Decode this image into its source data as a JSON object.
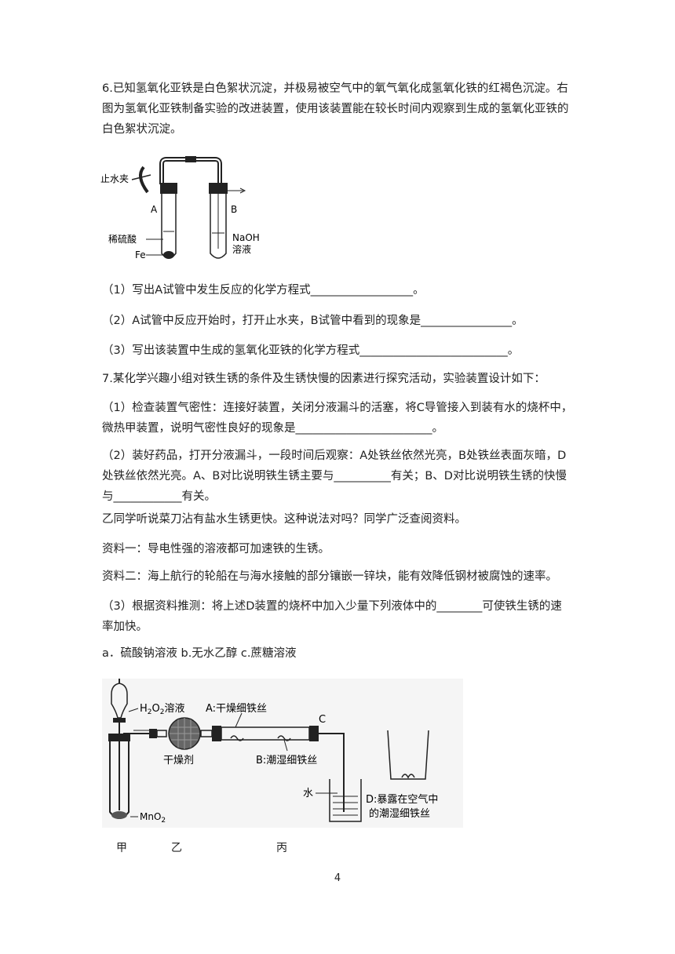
{
  "q6": {
    "stem": "6.已知氢氧化亚铁是白色絮状沉淀，并极易被空气中的氧气氧化成氢氧化铁的红褐色沉淀。右图为氢氧化亚铁制备实验的改进装置，使用该装置能在较长时间内观察到生成的氢氧化亚铁的白色絮状沉淀。",
    "figure_labels": {
      "clamp": "止水夹",
      "tube_a": "A",
      "tube_b": "B",
      "acid": "稀硫酸",
      "iron": "Fe",
      "naoh_1": "NaOH",
      "naoh_2": "溶液"
    },
    "sub1": "（1）写出A试管中发生反应的化学方程式__________________。",
    "sub2": "（2）A试管中反应开始时，打开止水夹，B试管中看到的现象是________________。",
    "sub3": "（3）写出该装置中生成的氢氧化亚铁的化学方程式__________________________。"
  },
  "q7": {
    "stem": "7.某化学兴趣小组对铁生锈的条件及生锈快慢的因素进行探究活动，实验装置设计如下：",
    "sub1": "（1）检查装置气密性：连接好装置，关闭分液漏斗的活塞，将C导管接入到装有水的烧杯中，微热甲装置，说明气密性良好的现象是________________________。",
    "sub2": "（2）装好药品，打开分液漏斗，一段时间后观察：A处铁丝依然光亮，B处铁丝表面灰暗，D处铁丝依然光亮。A、B对比说明铁生锈主要与__________有关；B、D对比说明铁生锈的快慢与____________有关。",
    "para1": "乙同学听说菜刀沾有盐水生锈更快。这种说法对吗？同学广泛查阅资料。",
    "info1": "资料一：导电性强的溶液都可加速铁的生锈。",
    "info2": "资料二：海上航行的轮船在与海水接触的部分镶嵌一锌块，能有效降低钢材被腐蚀的速率。",
    "sub3": "（3）根据资料推测：将上述D装置的烧杯中加入少量下列液体中的________可使铁生锈的速率加快。",
    "options": "a．硫酸钠溶液 b.无水乙醇 c.蔗糖溶液",
    "figure_labels": {
      "h2o2_a": "H",
      "h2o2_sub": "2",
      "h2o2_b": "O",
      "h2o2_sub2": "2",
      "h2o2_c": "溶液",
      "dry_wire": "A:干燥细铁丝",
      "point_c": "C",
      "desiccant": "干燥剂",
      "wet_wire": "B:潮湿细铁丝",
      "water": "水",
      "exposed_1": "D:暴露在空气中",
      "exposed_2": "的潮湿细铁丝",
      "mno2_a": "MnO",
      "mno2_sub": "2"
    },
    "captions": {
      "jia": "甲",
      "yi": "乙",
      "bing": "丙"
    }
  },
  "page_number": "4"
}
